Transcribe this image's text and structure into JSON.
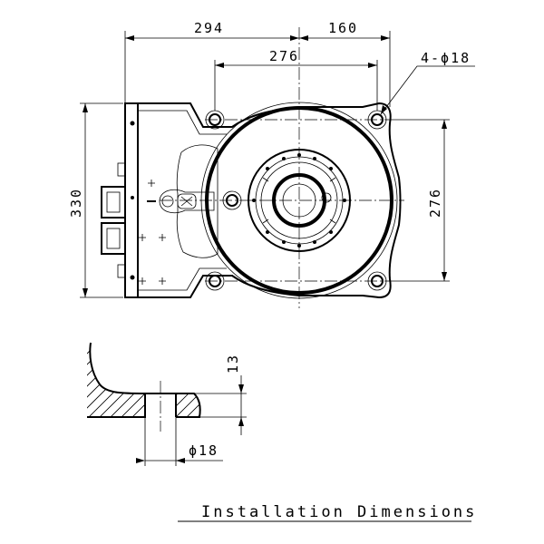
{
  "dimensions": {
    "left_width": "294",
    "right_width": "160",
    "hole_span_top": "276",
    "holes": "4-ϕ18",
    "height": "330",
    "hole_span_side": "276",
    "counterbore_depth": "13",
    "hole_diameter": "ϕ18"
  },
  "caption": "Installation Dimensions"
}
